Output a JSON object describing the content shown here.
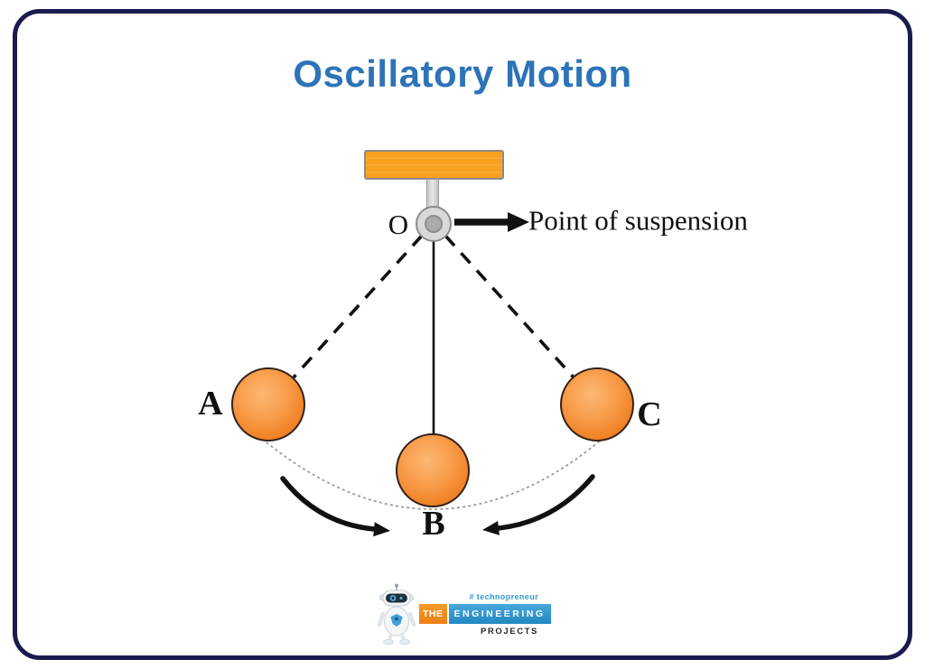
{
  "title": "Oscillatory Motion",
  "diagram": {
    "pivot_label": "O",
    "suspension_annotation": "Point of suspension",
    "position_labels": {
      "left": "A",
      "center": "B",
      "right": "C"
    }
  },
  "colors": {
    "frame_border": "#1b1b4f",
    "title_blue": "#2d73b7",
    "support_bar_orange": "#f7a01f",
    "ball_orange_highlight": "#fcb873",
    "ball_orange_base": "#ef7d1e",
    "line_black": "#111111",
    "swing_arc_gray": "#8f8f8f",
    "pivot_gray": "#d9d9d9",
    "logo_orange": "#ec7f17",
    "logo_blue": "#2f9ccd",
    "logo_dark": "#26262c"
  },
  "logo": {
    "tagline": "# technopreneur",
    "word_the": "THE",
    "word_engineering": "ENGINEERING",
    "word_projects": "PROJECTS"
  }
}
